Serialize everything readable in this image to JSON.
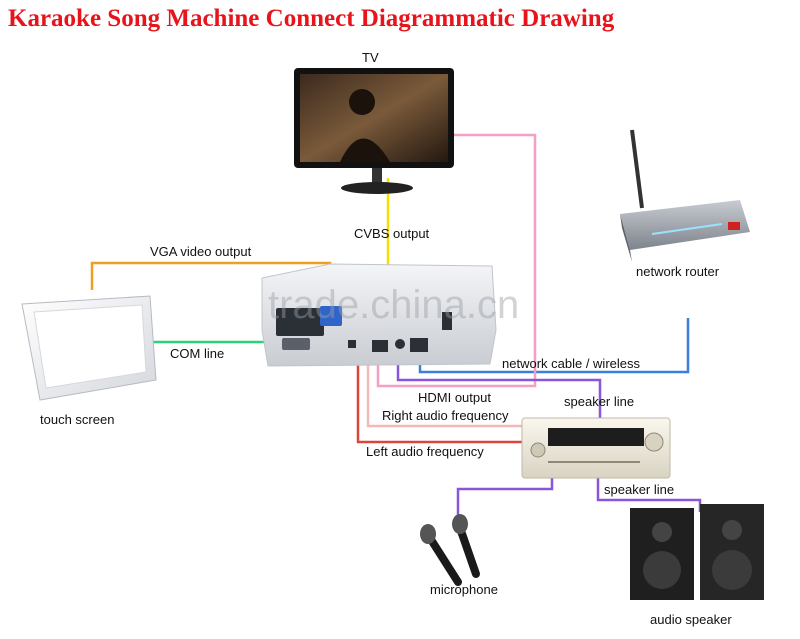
{
  "title": "Karaoke Song Machine Connect Diagrammatic Drawing",
  "devices": {
    "tv": "TV",
    "router": "network router",
    "touch_screen": "touch screen",
    "microphone": "microphone",
    "speaker": "audio speaker"
  },
  "connections": {
    "vga": "VGA video output",
    "cvbs": "CVBS output",
    "com": "COM line",
    "network": "network cable / wireless",
    "hdmi": "HDMI output",
    "right_audio": "Right audio frequency",
    "left_audio": "Left audio frequency",
    "speaker_line_1": "speaker line",
    "speaker_line_2": "speaker line"
  },
  "watermark": "trade.china.cn",
  "colors": {
    "title": "#e8141c",
    "vga_line": "#f0a020",
    "cvbs_line": "#f5e000",
    "com_line": "#2fd07a",
    "network_line": "#3a7fdc",
    "hdmi_line": "#f4a0c4",
    "right_audio_line": "#f3b9b9",
    "left_audio_line": "#d9473a",
    "speaker_line": "#8a55d8"
  }
}
